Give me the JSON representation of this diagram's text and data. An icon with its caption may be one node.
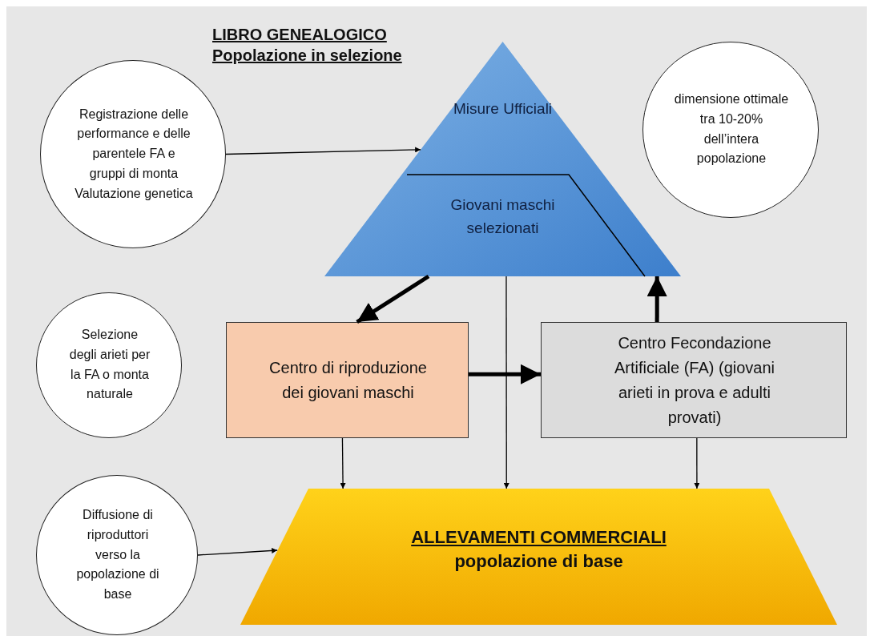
{
  "diagram": {
    "nodes": [
      {
        "text": [
          "LIBRO GENEALOGICO",
          "Popolazione in selezione",
          "Misure Ufficiali",
          "Giovani maschi selezionati"
        ]
      },
      {
        "text": [
          "Registrazione delle performance e delle parentele FA e gruppi di monta Valutazione genetica"
        ]
      },
      {
        "text": [
          "dimensione ottimale tra 10-20% dell’intera popolazione"
        ]
      },
      {
        "text": [
          "Selezione degli arieti per la FA o monta naturale"
        ]
      },
      {
        "text": [
          "Centro di riproduzione dei giovani maschi"
        ]
      },
      {
        "text": [
          "Centro Fecondazione Artificiale (FA) (giovani arieti in prova e adulti provati)"
        ]
      },
      {
        "text": [
          "Diffusione di riproduttori verso la popolazione di base"
        ]
      },
      {
        "text": [
          "ALLEVAMENTI COMMERCIALI",
          "popolazione di base"
        ]
      }
    ],
    "edges": [
      {
        "from": 1,
        "to": 0,
        "arrow": "to"
      },
      {
        "from": 0,
        "to": 4,
        "arrow": "to",
        "style": "thick"
      },
      {
        "from": 4,
        "to": 5,
        "arrow": "to",
        "style": "thick"
      },
      {
        "from": 5,
        "to": 0,
        "arrow": "to",
        "style": "thick"
      },
      {
        "from": 4,
        "to": 7,
        "arrow": "to"
      },
      {
        "from": 0,
        "to": 7,
        "arrow": "to"
      },
      {
        "from": 5,
        "to": 7,
        "arrow": "to"
      },
      {
        "from": 6,
        "to": 7,
        "arrow": "to"
      }
    ]
  }
}
